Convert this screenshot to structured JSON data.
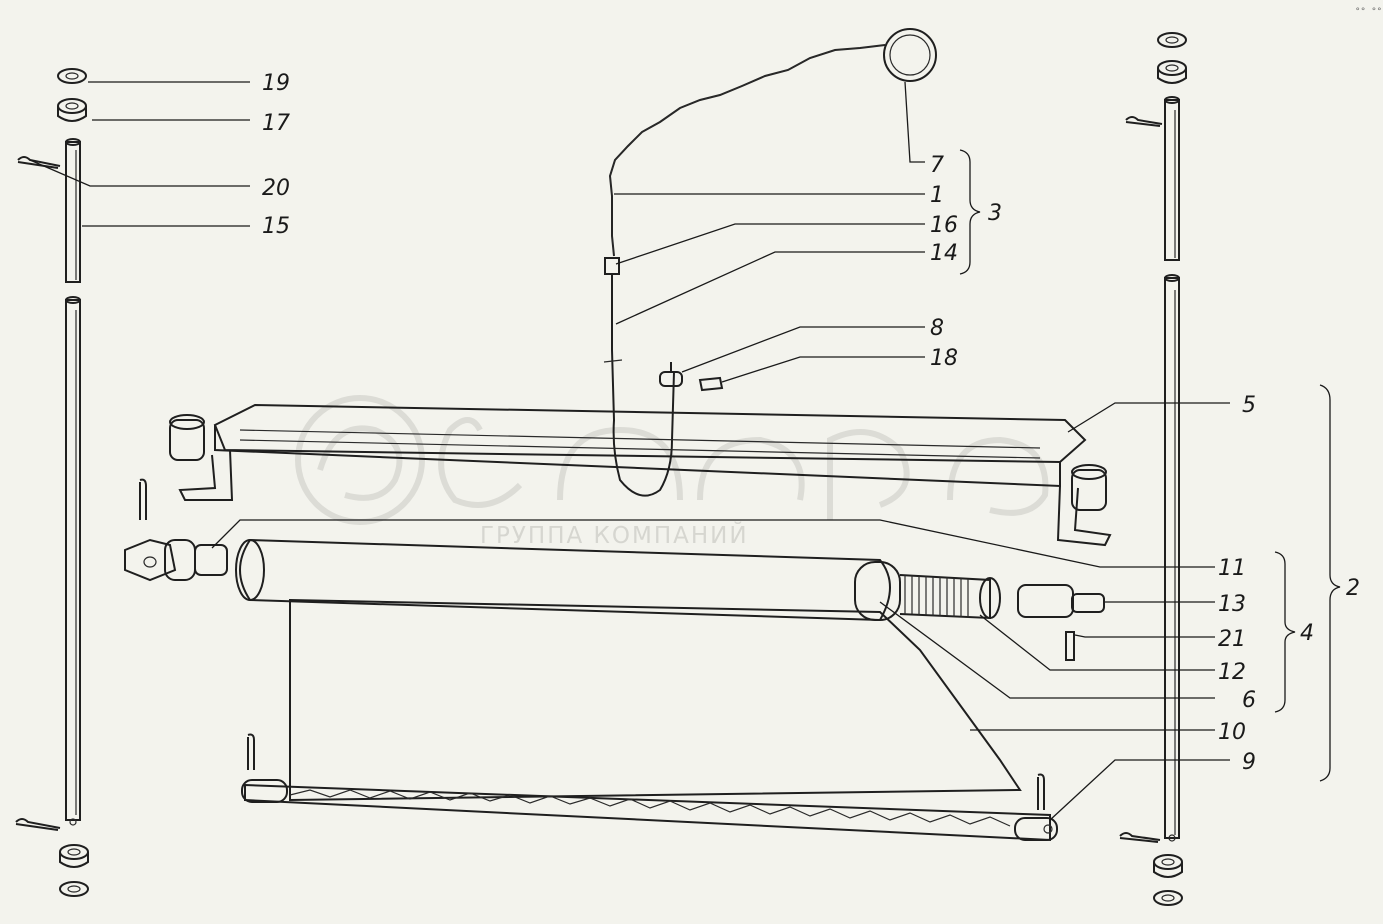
{
  "watermark": {
    "subtitle": "ГРУППА КОМПАНИЙ"
  },
  "corner_mark": "°° °°°",
  "callouts": [
    "19",
    "17",
    "20",
    "15",
    "7",
    "1",
    "16",
    "14",
    "3",
    "8",
    "18",
    "5",
    "11",
    "13",
    "21",
    "12",
    "6",
    "10",
    "9",
    "2",
    "4"
  ],
  "palette": {
    "background": "#f3f3ed",
    "ink": "#1f1f1f",
    "watermark": "#dcdcd6"
  }
}
